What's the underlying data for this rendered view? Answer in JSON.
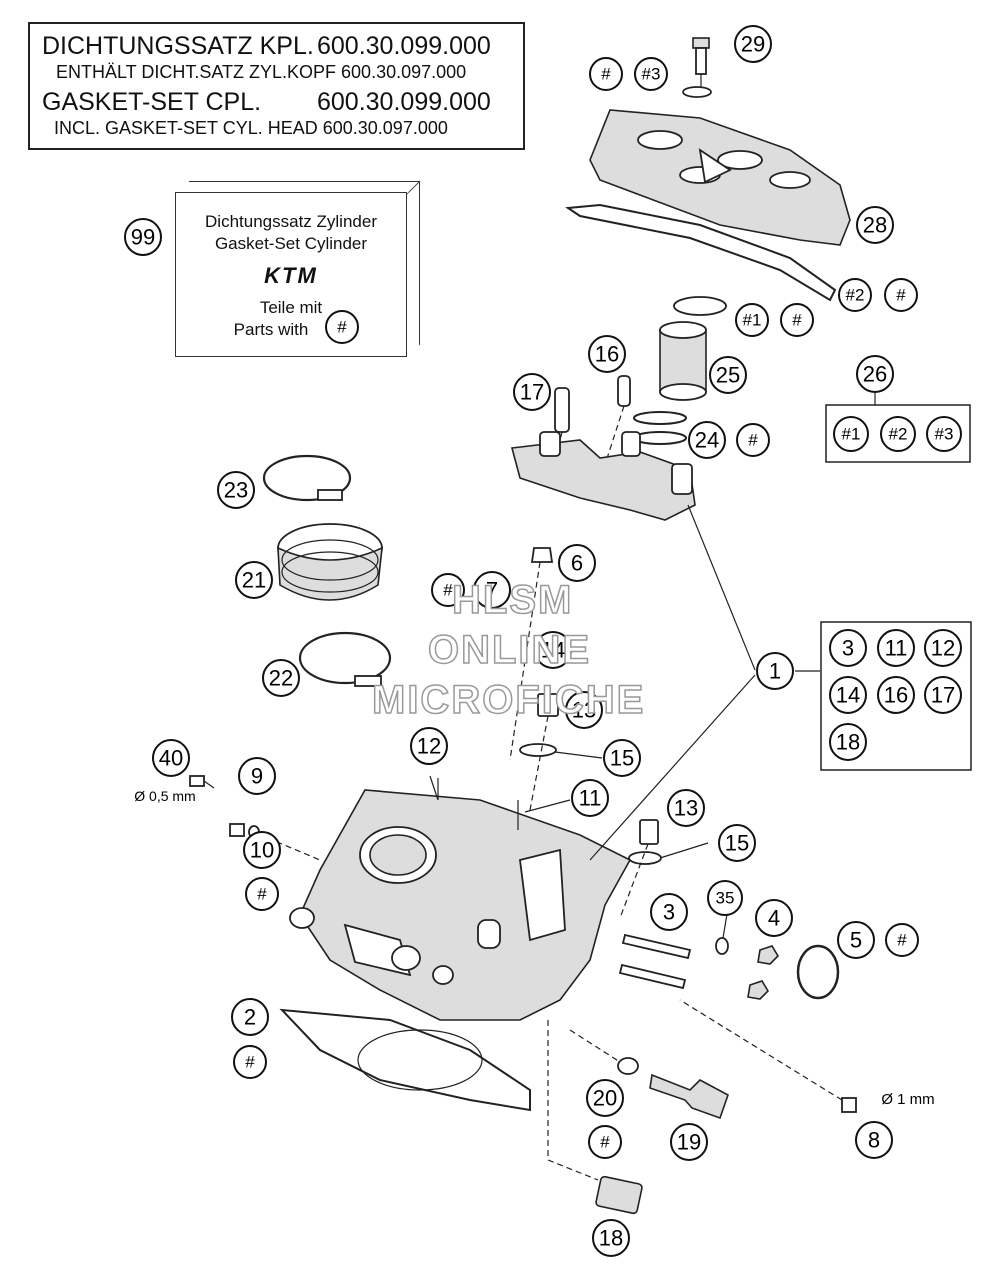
{
  "gasket_set": {
    "line1_label": "DICHTUNGSSATZ KPL.",
    "line1_number": "600.30.099.000",
    "line2": "ENTHÄLT DICHT.SATZ ZYL.KOPF 600.30.097.000",
    "line3_label": "GASKET-SET CPL.",
    "line3_number": "600.30.099.000",
    "line4": "INCL. GASKET-SET CYL. HEAD 600.30.097.000"
  },
  "kit": {
    "number": "99",
    "title_de": "Dichtungssatz Zylinder",
    "title_en": "Gasket-Set Cylinder",
    "brand": "KTM",
    "parts_de": "Teile mit",
    "parts_en": "Parts with",
    "marker": "#"
  },
  "watermark": {
    "line1": "HLSM",
    "line2": "ONLINE",
    "line3": "MICROFICHE"
  },
  "dimensions": {
    "d1": "Ø 0,5 mm",
    "d2": "Ø 1 mm"
  },
  "callouts": {
    "c29": "29",
    "c28": "28",
    "c25": "25",
    "c24": "24",
    "c26": "26",
    "c16": "16",
    "c17": "17",
    "c23": "23",
    "c21": "21",
    "c22": "22",
    "c6": "6",
    "c7": "7",
    "c14": "14",
    "c13a": "13",
    "c15a": "15",
    "c12": "12",
    "c11": "11",
    "c1": "1",
    "c40": "40",
    "c9": "9",
    "c10": "10",
    "c13b": "13",
    "c15b": "15",
    "c3": "3",
    "c35": "35",
    "c4": "4",
    "c5": "5",
    "c2": "2",
    "c20": "20",
    "c19": "19",
    "c8": "8",
    "c18": "18",
    "m29a": "#",
    "m29b": "#3",
    "m28a": "#2",
    "m28b": "#",
    "m25a": "#1",
    "m25b": "#",
    "m24": "#",
    "m7": "#",
    "m10": "#",
    "m5": "#",
    "m2": "#",
    "m20": "#"
  },
  "group26": {
    "items": [
      "#1",
      "#2",
      "#3"
    ]
  },
  "group1": {
    "items": [
      "3",
      "11",
      "12",
      "14",
      "16",
      "17",
      "18"
    ]
  }
}
